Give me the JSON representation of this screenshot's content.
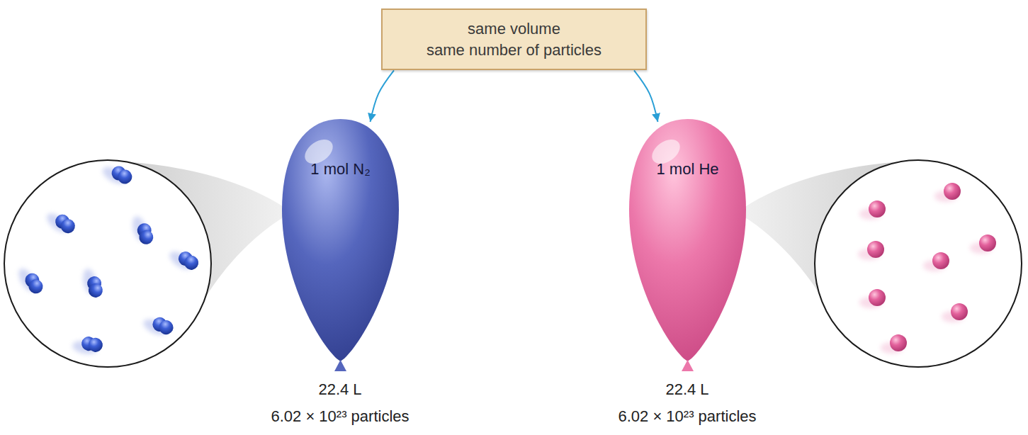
{
  "diagram": {
    "nodes": [
      {
        "text": [
          "same volume",
          "same number of particles"
        ]
      },
      {
        "text": [
          "1 mol N₂"
        ]
      },
      {
        "text": [
          "1 mol He"
        ]
      }
    ],
    "edges": [
      {
        "from": 0,
        "to": 1,
        "arrow": "to"
      },
      {
        "from": 0,
        "to": 2,
        "arrow": "to"
      }
    ],
    "labels": [
      "22.4 L",
      "6.02 × 10²³ particles",
      "22.4 L",
      "6.02 × 10²³ particles"
    ]
  }
}
